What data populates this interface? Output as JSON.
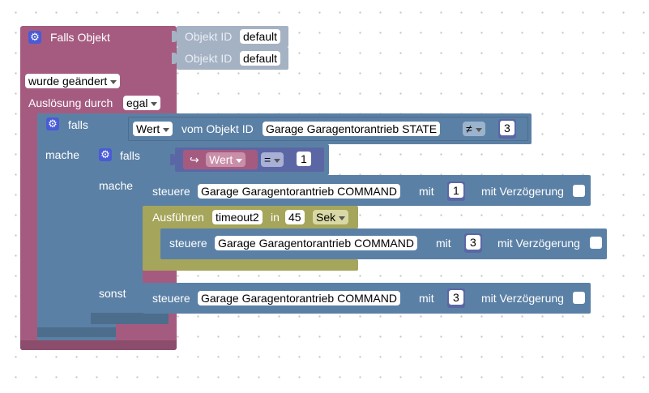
{
  "event_block": {
    "title": "Falls Objekt",
    "object_id_label": "Objekt ID",
    "object_id_1": "default",
    "object_id_2": "default",
    "trigger_mode": "wurde geändert",
    "trigger_by_label": "Auslösung durch",
    "trigger_by_value": "egal"
  },
  "outer_if": {
    "falls_label": "falls",
    "mache_label": "mache",
    "value_dropdown": "Wert",
    "vom_objekt_label": "vom Objekt ID",
    "object_name": "Garage Garagentorantrieb STATE",
    "operator": "≠",
    "compare_value": "3"
  },
  "inner_if": {
    "falls_label": "falls",
    "mache_label": "mache",
    "sonst_label": "sonst",
    "arrow_glyph": "↪",
    "value_dropdown": "Wert",
    "operator": "=",
    "compare_value": "1"
  },
  "control_1": {
    "label": "steuere",
    "object_name": "Garage Garagentorantrieb COMMAND",
    "with_label": "mit",
    "value": "1",
    "delay_label": "mit Verzögerung"
  },
  "timeout_block": {
    "label": "Ausführen",
    "name": "timeout2",
    "in_label": "in",
    "delay_value": "45",
    "unit": "Sek"
  },
  "control_2": {
    "label": "steuere",
    "object_name": "Garage Garagentorantrieb COMMAND",
    "with_label": "mit",
    "value": "3",
    "delay_label": "mit Verzögerung"
  },
  "control_3": {
    "label": "steuere",
    "object_name": "Garage Garagentorantrieb COMMAND",
    "with_label": "mit",
    "value": "3",
    "delay_label": "mit Verzögerung"
  },
  "icons": {
    "gear": "⚙"
  }
}
